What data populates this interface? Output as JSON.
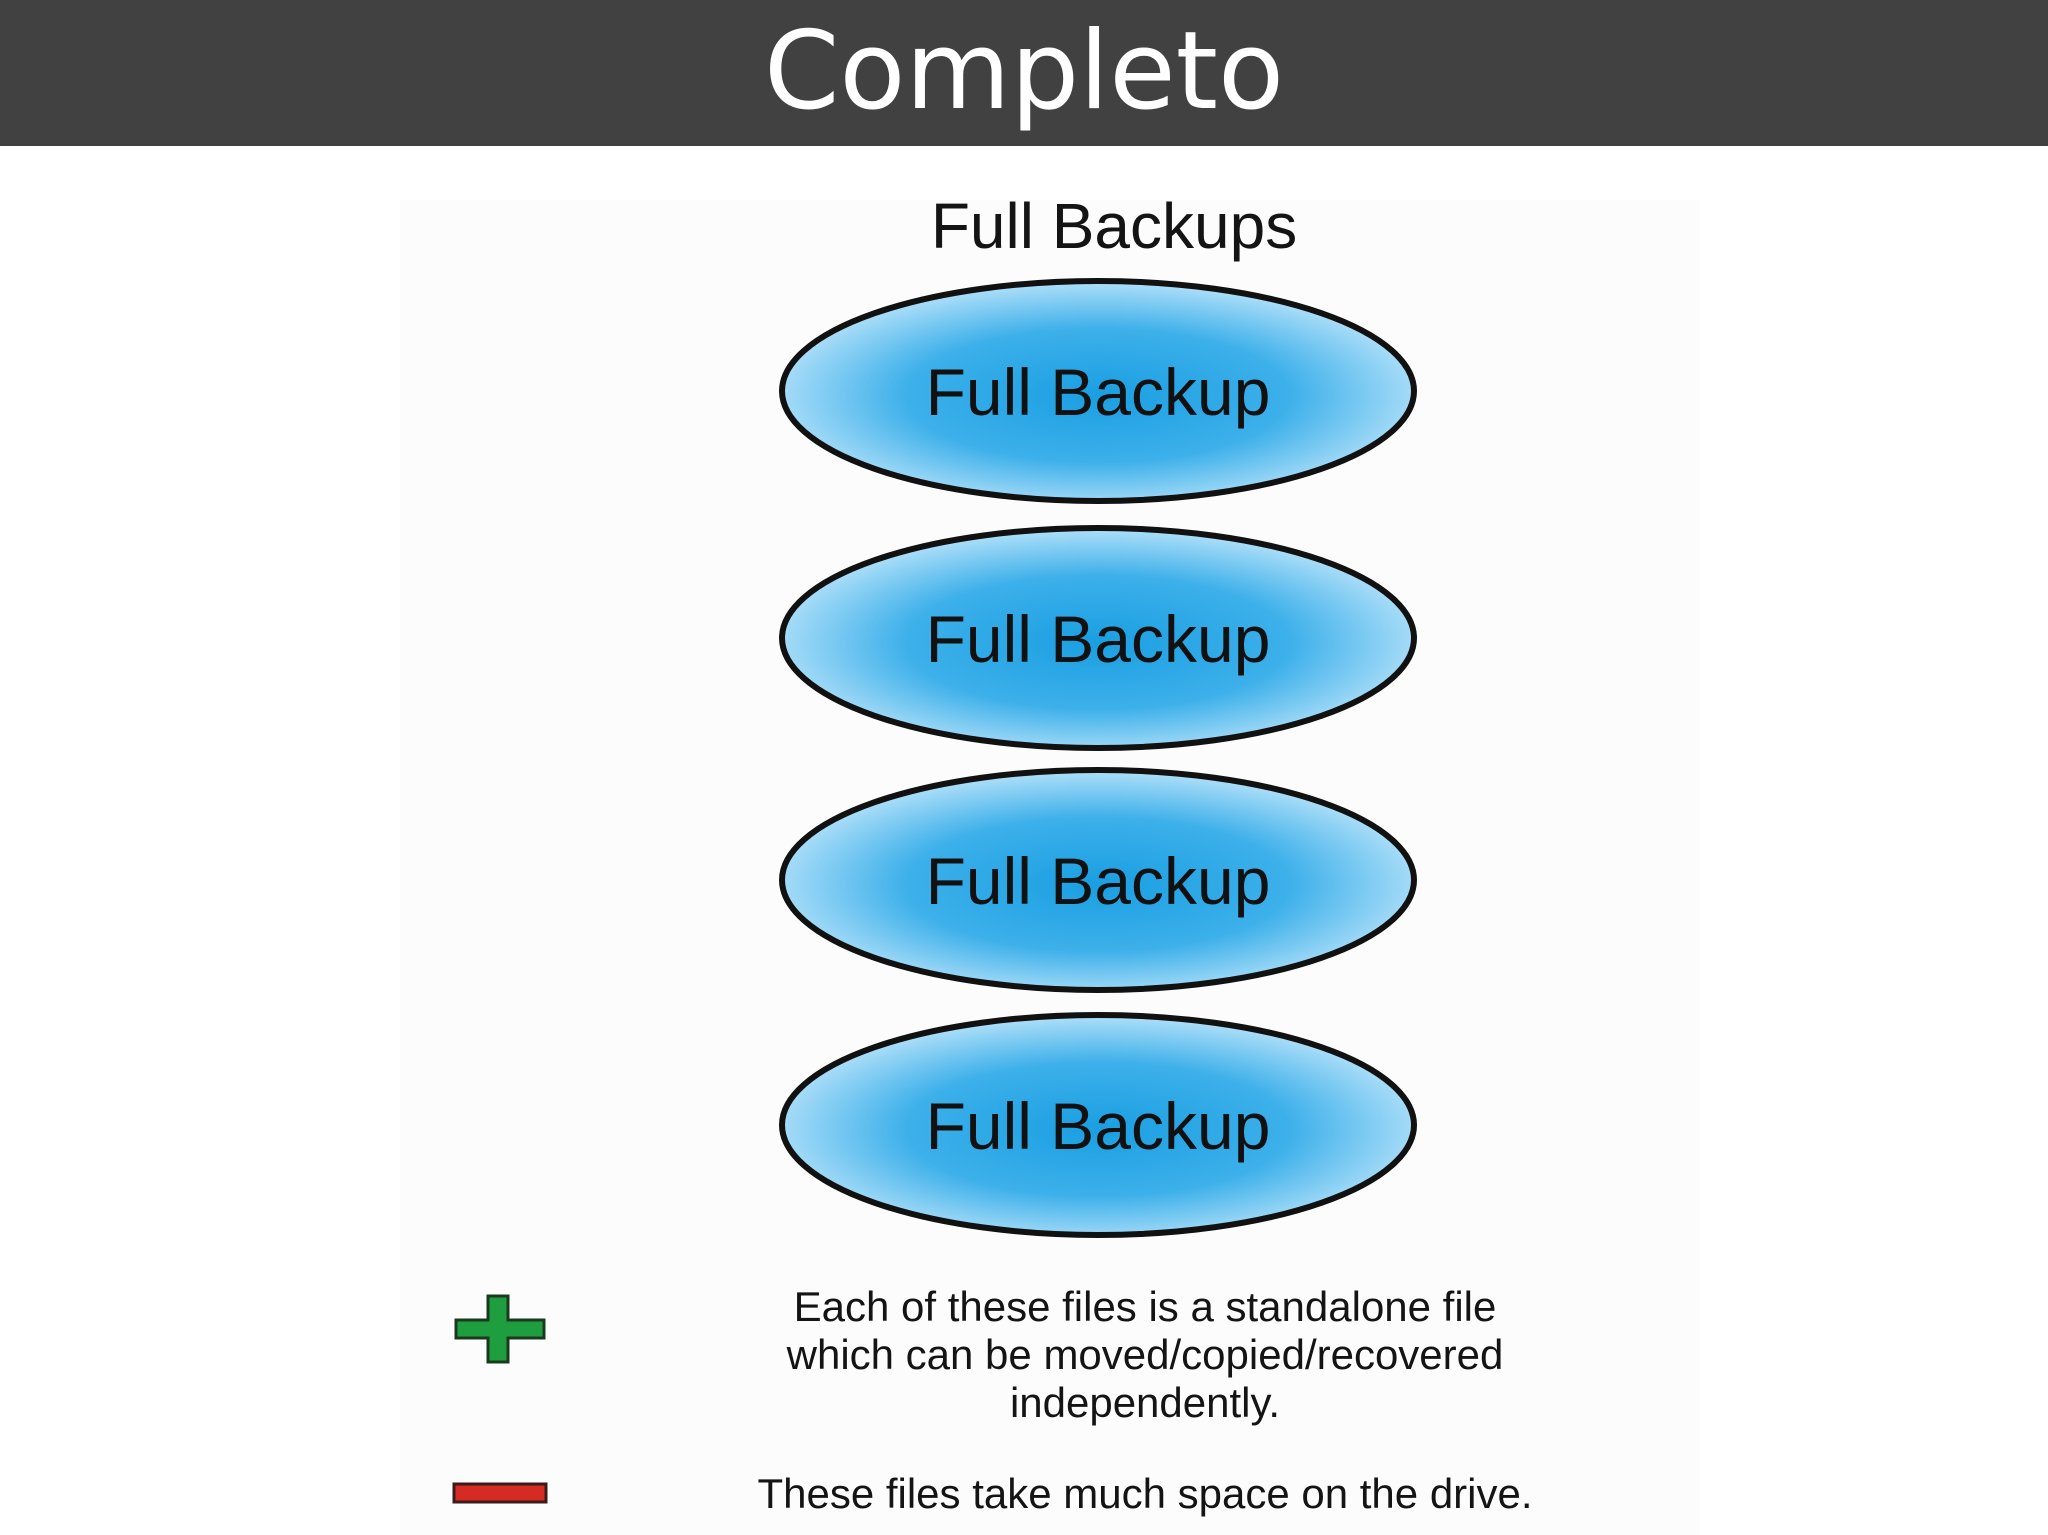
{
  "slide": {
    "title": "Completo"
  },
  "diagram": {
    "title": "Full Backups",
    "nodes": [
      {
        "label": "Full Backup"
      },
      {
        "label": "Full Backup"
      },
      {
        "label": "Full Backup"
      },
      {
        "label": "Full Backup"
      }
    ],
    "colors": {
      "node_fill_center": "#1a9fe2",
      "node_fill_edge": "#bfe6fb",
      "node_outline": "#111111",
      "plus": "#1e9e3e",
      "minus": "#d62b25"
    }
  },
  "legend": {
    "pro": {
      "icon": "plus-icon",
      "lines": [
        "Each of these files is a standalone file",
        "which can be moved/copied/recovered",
        "independently."
      ]
    },
    "con": {
      "icon": "minus-icon",
      "text": "These files take much space on the drive."
    }
  }
}
